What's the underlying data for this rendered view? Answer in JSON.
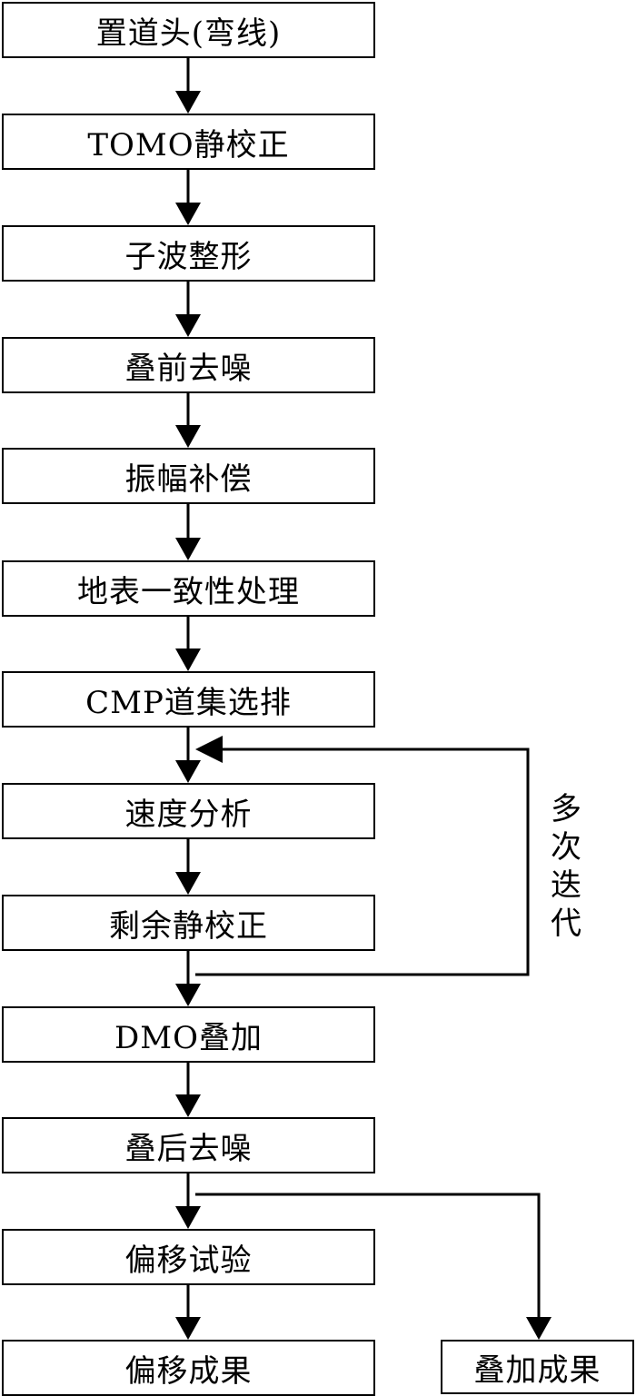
{
  "steps": [
    "置道头(弯线)",
    "TOMO静校正",
    "子波整形",
    "叠前去噪",
    "振幅补偿",
    "地表一致性处理",
    "CMP道集选排",
    "速度分析",
    "剩余静校正",
    "DMO叠加",
    "叠后去噪",
    "偏移试验",
    "偏移成果"
  ],
  "branch_output": "叠加成果",
  "loop_label": "多次迭代"
}
